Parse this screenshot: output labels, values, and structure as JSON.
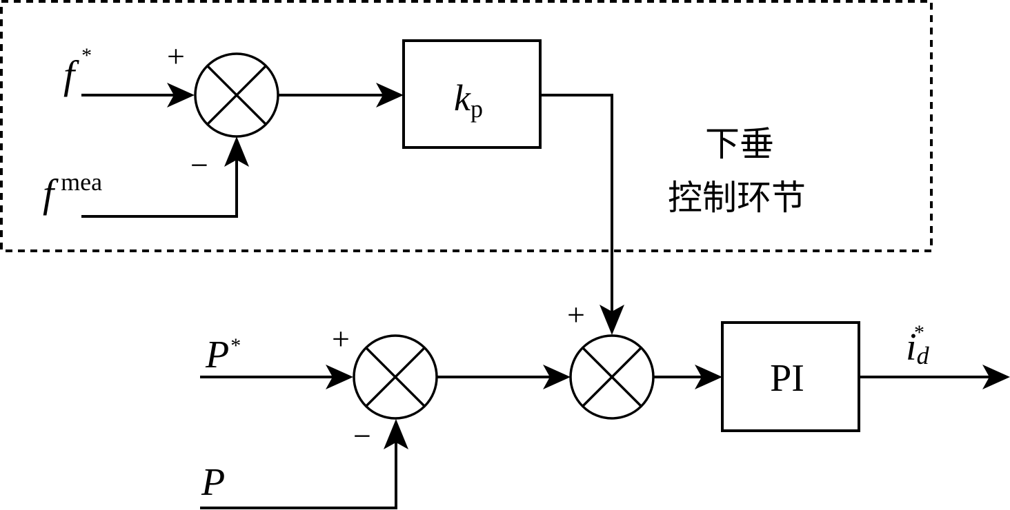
{
  "diagram": {
    "type": "control-block-diagram",
    "group": {
      "label_line1": "下垂",
      "label_line2": "控制环节",
      "border_style": "dashed"
    },
    "inputs": {
      "f_ref": {
        "base": "f",
        "sup": "*"
      },
      "f_meas": {
        "base": "f",
        "sup": "mea"
      },
      "p_ref": {
        "base": "P",
        "sup": "*"
      },
      "p_meas": {
        "base": "P"
      }
    },
    "blocks": {
      "gain": {
        "base": "k",
        "sub": "p"
      },
      "controller": {
        "label": "PI"
      }
    },
    "summers": {
      "freq_error": {
        "sign_top_left": "+",
        "sign_bottom": "−"
      },
      "power_error": {
        "sign_top_left": "+",
        "sign_bottom": "−"
      },
      "combine": {
        "sign_top": "+"
      }
    },
    "output": {
      "base": "i",
      "sub": "d",
      "sup": "*"
    }
  }
}
